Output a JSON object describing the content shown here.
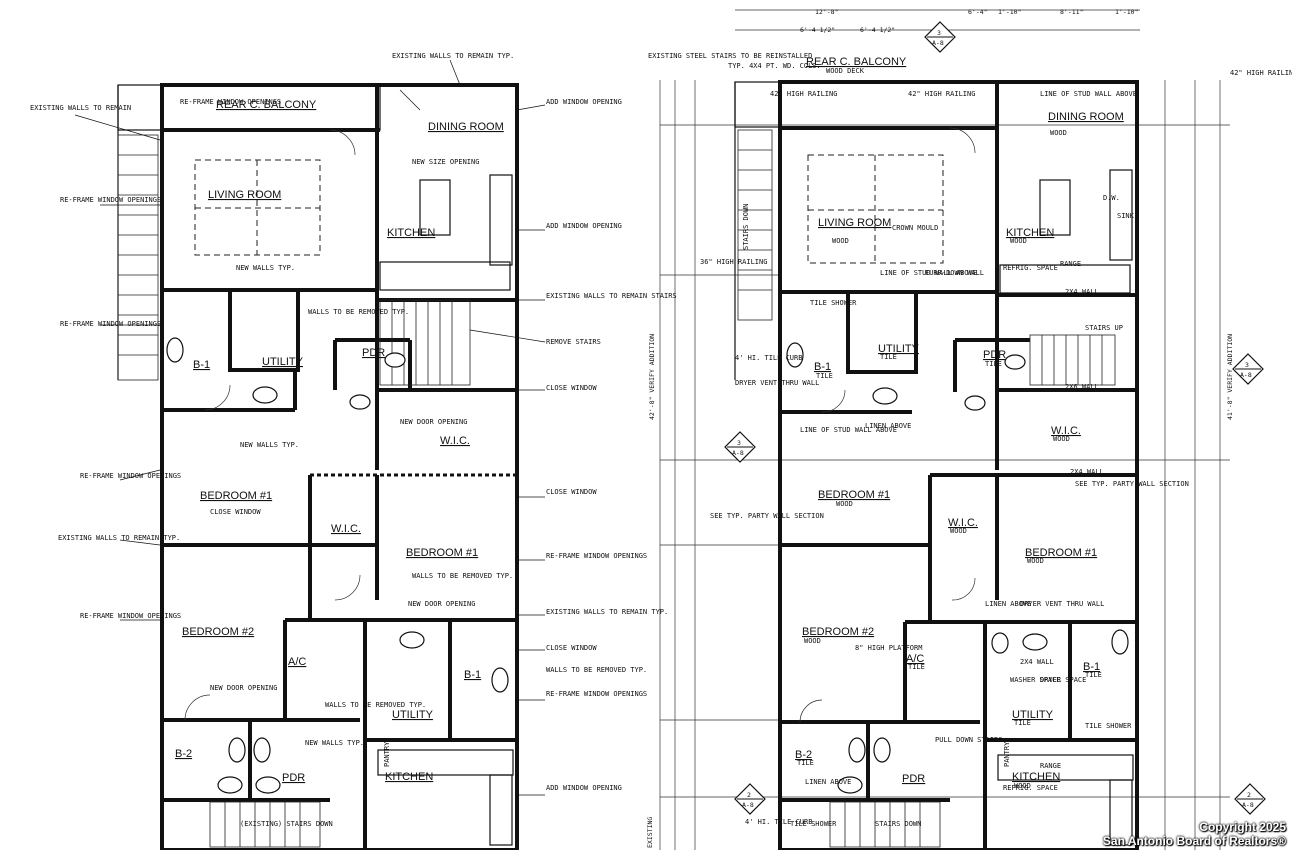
{
  "left_plan": {
    "rooms": [
      "REAR C. BALCONY",
      "DINING ROOM",
      "LIVING ROOM",
      "KITCHEN",
      "UTILITY",
      "PDR",
      "B-1",
      "W.I.C.",
      "BEDROOM #1",
      "W.I.C.",
      "BEDROOM #1",
      "BEDROOM #2",
      "A/C",
      "B-1",
      "UTILITY",
      "B-2",
      "PDR",
      "KITCHEN",
      "PANTRY"
    ],
    "notes": [
      "EXISTING WALLS TO REMAIN",
      "EXISTING WALLS TO REMAIN TYP.",
      "RE-FRAME WINDOW OPENINGS",
      "ADD WINDOW OPENING",
      "RE-FRAME WINDOW OPENINGS",
      "NEW SIZE OPENING",
      "ADD WINDOW OPENING",
      "NEW WALLS TYP.",
      "WALLS TO BE REMOVED TYP.",
      "EXISTING WALLS TO REMAIN STAIRS",
      "RE-FRAME WINDOW OPENINGS",
      "REMOVE STAIRS",
      "CLOSE WINDOW",
      "NEW DOOR OPENING",
      "NEW WALLS TYP.",
      "RE-FRAME WINDOW OPENINGS",
      "CLOSE WINDOW",
      "CLOSE WINDOW",
      "EXISTING WALLS TO REMAIN TYP.",
      "WALLS TO BE REMOVED TYP.",
      "RE-FRAME WINDOW OPENINGS",
      "NEW DOOR OPENING",
      "RE-FRAME WINDOW OPENINGS",
      "EXISTING WALLS TO REMAIN TYP.",
      "CLOSE WINDOW",
      "NEW DOOR OPENING",
      "WALLS TO BE REMOVED TYP.",
      "WALLS TO BE REMOVED TYP.",
      "RE-FRAME WINDOW OPENINGS",
      "NEW WALLS TYP.",
      "ADD WINDOW OPENING",
      "(EXISTING) STAIRS DOWN"
    ]
  },
  "right_plan": {
    "rooms": [
      "REAR C. BALCONY",
      "DINING ROOM",
      "LIVING ROOM",
      "KITCHEN",
      "UTILITY",
      "PDR",
      "B-1",
      "W.I.C.",
      "BEDROOM #1",
      "W.I.C.",
      "BEDROOM #1",
      "BEDROOM #2",
      "A/C",
      "B-1",
      "UTILITY",
      "B-2",
      "PDR",
      "KITCHEN",
      "PANTRY"
    ],
    "room_subs": [
      "WOOD DECK",
      "WOOD",
      "WOOD",
      "WOOD",
      "TILE",
      "TILE",
      "TILE",
      "WOOD",
      "WOOD",
      "WOOD",
      "WOOD",
      "WOOD",
      "TILE",
      "TILE",
      "TILE",
      "TILE",
      "WOOD"
    ],
    "notes": [
      "EXISTING STEEL STAIRS TO BE REINSTALLED",
      "TYP. 4x4 PT. WD. COLS.",
      "42\" HIGH RAILING",
      "42\" HIGH RAILING",
      "STAIRS DOWN",
      "36\" HIGH RAILING",
      "CROWN MOULD",
      "LINE OF STUD WALL ABOVE",
      "FURR-DOWN WALL",
      "LINE OF STUD WALL ABOVE",
      "TILE SHOWER",
      "4' HI. TILE CURB",
      "DRYER VENT THRU WALL",
      "LINE OF STUD WALL ABOVE",
      "LINEN ABOVE",
      "SEE TYP. PARTY WALL SECTION",
      "SEE TYP. PARTY WALL SECTION",
      "8\" HIGH PLATFORM",
      "LINEN ABOVE",
      "DRYER VENT THRU WALL",
      "WASHER SPACE",
      "DRYER SPACE",
      "TILE SHOWER",
      "PULL DOWN STAIRS",
      "LINEN ABOVE",
      "4' HI. TILE CURB",
      "TILE SHOWER",
      "STAIRS DOWN",
      "STAIRS UP",
      "REFRIG. SPACE",
      "RANGE",
      "SINK",
      "D.W.",
      "RANGE",
      "REFRIG. SPACE",
      "42\" HIGH RAILING",
      "2x4 WALL",
      "2x6 WALL",
      "2x4 WALL",
      "2x4 WALL"
    ],
    "vertical_dims": [
      "42'-8\" VERIFY ADDITION",
      "41'-8\" VERIFY ADDITION",
      "EXISTING"
    ],
    "top_dims": [
      "12'-8\"",
      "6'-4\"",
      "1'-10\"",
      "8'-11\"",
      "1'-10\"",
      "6'-4 1/2\"",
      "6'-4 1/2\""
    ],
    "section_markers": [
      {
        "num": "3",
        "sheet": "A-8"
      },
      {
        "num": "3",
        "sheet": "A-8"
      },
      {
        "num": "3",
        "sheet": "A-8"
      },
      {
        "num": "2",
        "sheet": "A-8"
      },
      {
        "num": "2",
        "sheet": "A-8"
      }
    ]
  },
  "watermark": {
    "line1": "Copyright 2025",
    "line2": "San Antonio Board of Realtors®"
  }
}
